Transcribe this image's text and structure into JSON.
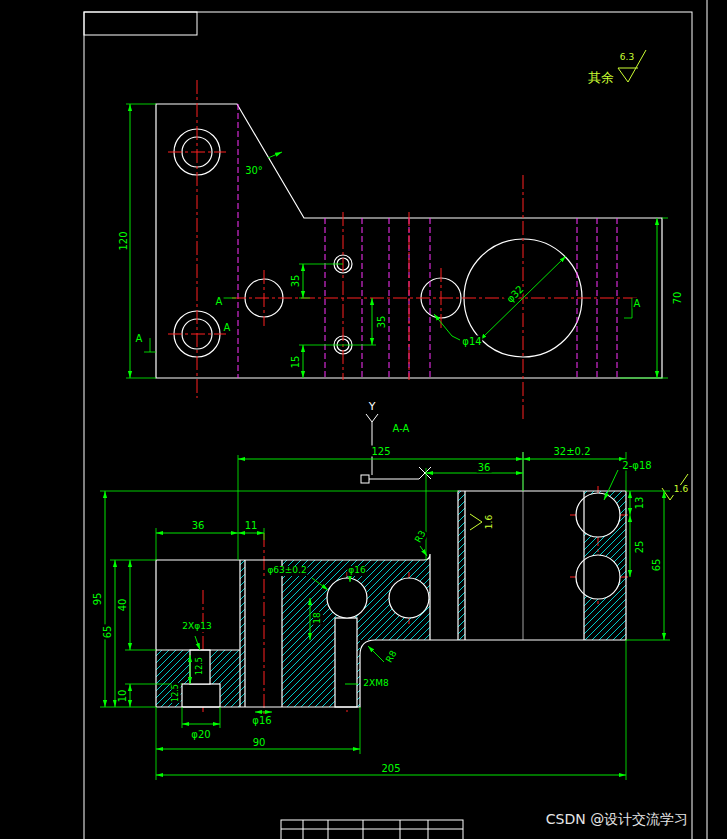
{
  "diagram": {
    "labels": [
      "其余",
      "6.3",
      "30°",
      "120",
      "A",
      "A",
      "A",
      "A",
      "35",
      "15",
      "35",
      "70",
      "φ32",
      "φ14",
      "Y",
      "A-A",
      "125",
      "36",
      "32±0.2",
      "2-φ18",
      "1.6",
      "13",
      "25",
      "65",
      "95",
      "40",
      "65",
      "10",
      "36",
      "11",
      "R3",
      "1.6",
      "φ63±0.2",
      "φ16",
      "18",
      "2Xφ13",
      "12.5",
      "12.5",
      "2XM8",
      "R8",
      "φ20",
      "φ16",
      "90",
      "205",
      "CSDN @设计交流学习"
    ]
  }
}
